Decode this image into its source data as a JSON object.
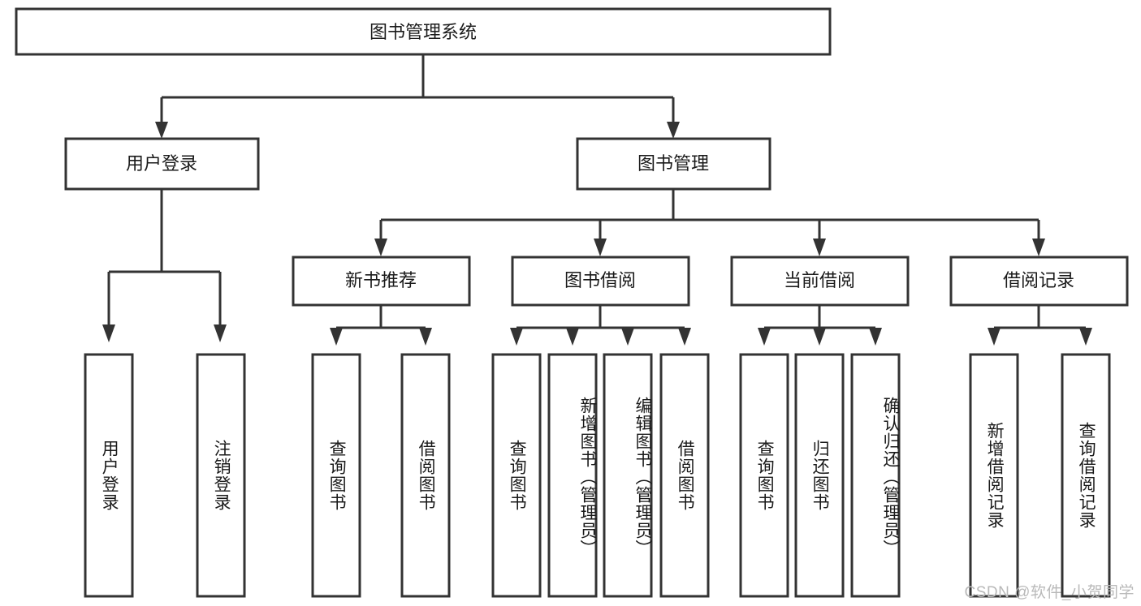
{
  "diagram": {
    "type": "tree-hierarchy",
    "title": "图书管理系统",
    "root": {
      "label": "图书管理系统",
      "orientation": "horizontal"
    },
    "level1": [
      {
        "id": "user-login",
        "label": "用户登录"
      },
      {
        "id": "book-manage",
        "label": "图书管理"
      }
    ],
    "level2": [
      {
        "id": "new-book-recommend",
        "label": "新书推荐",
        "parent": "book-manage"
      },
      {
        "id": "book-borrow",
        "label": "图书借阅",
        "parent": "book-manage"
      },
      {
        "id": "current-borrow",
        "label": "当前借阅",
        "parent": "book-manage"
      },
      {
        "id": "borrow-record",
        "label": "借阅记录",
        "parent": "book-manage"
      }
    ],
    "leaves": {
      "user-login": [
        {
          "id": "leaf-user-login",
          "label": "用户登录"
        },
        {
          "id": "leaf-logout",
          "label": "注销登录"
        }
      ],
      "new-book-recommend": [
        {
          "id": "leaf-query-book-1",
          "label": "查询图书"
        },
        {
          "id": "leaf-borrow-book-1",
          "label": "借阅图书"
        }
      ],
      "book-borrow": [
        {
          "id": "leaf-query-book-2",
          "label": "查询图书"
        },
        {
          "id": "leaf-add-book",
          "label": "新增图书（管理员）"
        },
        {
          "id": "leaf-edit-book",
          "label": "编辑图书（管理员）"
        },
        {
          "id": "leaf-borrow-book-2",
          "label": "借阅图书"
        }
      ],
      "current-borrow": [
        {
          "id": "leaf-query-book-3",
          "label": "查询图书"
        },
        {
          "id": "leaf-return-book",
          "label": "归还图书"
        },
        {
          "id": "leaf-confirm-return",
          "label": "确认归还（管理员）"
        }
      ],
      "borrow-record": [
        {
          "id": "leaf-add-record",
          "label": "新增借阅记录"
        },
        {
          "id": "leaf-query-record",
          "label": "查询借阅记录"
        }
      ]
    }
  },
  "watermark": {
    "text": "CSDN @软件_小贺同学"
  },
  "colors": {
    "stroke": "#333333",
    "fill": "#ffffff",
    "text": "#1a1a1a",
    "watermark": "#b9b9b9"
  }
}
